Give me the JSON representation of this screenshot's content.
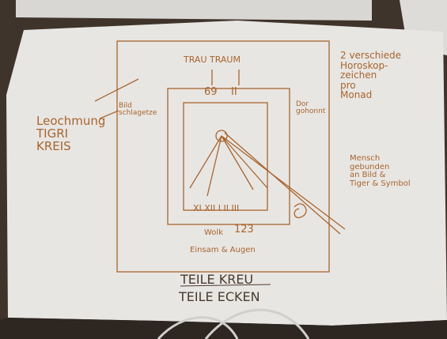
{
  "colors": {
    "table": "#3f342b",
    "paper": "#e8e6e3",
    "paper_shadow": "#c9c6c2",
    "ink": "#a8652e",
    "pencil": "#4a3a2e"
  },
  "sketch": {
    "top_label": "TRAU TRAUM",
    "numbers_left": "69",
    "numbers_right": "II",
    "left_note": "Bild schlagetze",
    "right_note": "Dor gohonnt",
    "left_title_lines": [
      "Leochmung",
      "TIGRI",
      "KREIS"
    ],
    "right_lines": [
      "2 verschiede",
      "Horoskop-",
      "zeichen",
      "pro",
      "Monad"
    ],
    "right_lines_2": [
      "Mensch",
      "gebunden",
      "an Bild &",
      "Tiger & Symbol"
    ],
    "clock_numbers": "XI XII I II III",
    "bottom_numbers": "123",
    "wolk_label": "Wolk",
    "einsam": "Einsam & Augen",
    "bottom_line_1": "TEILE KREU",
    "bottom_line_2": "TEILE ECKEN"
  }
}
